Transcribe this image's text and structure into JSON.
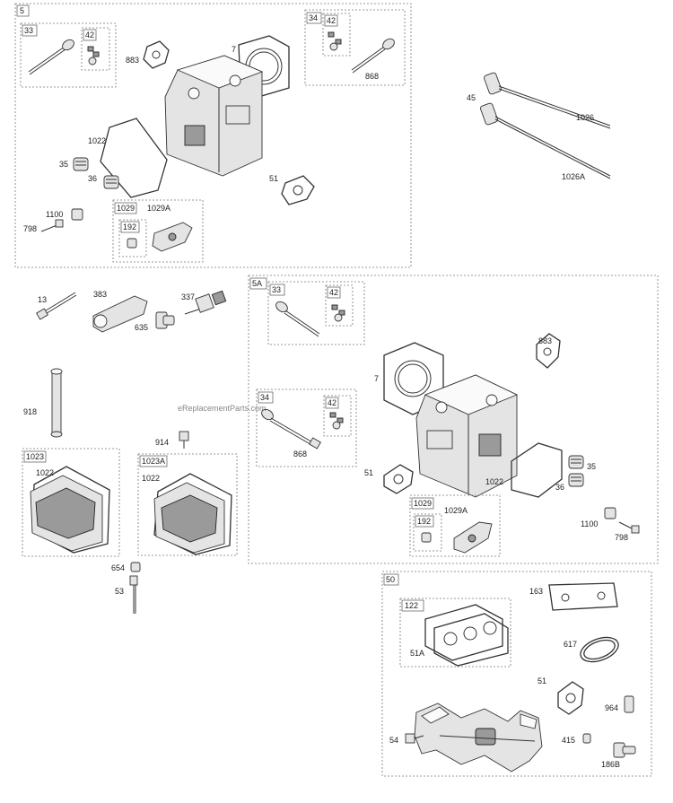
{
  "watermark": "eReplacementParts.com",
  "groups": {
    "g5": "5",
    "g33a": "33",
    "g42a": "42",
    "g34a": "34",
    "g42b": "42",
    "g1029a": "1029",
    "g192a": "192",
    "g5A": "5A",
    "g33b": "33",
    "g42c": "42",
    "g34b": "34",
    "g42d": "42",
    "g1029b": "1029",
    "g192b": "192",
    "g1023": "1023",
    "g1023A": "1023A",
    "g50": "50",
    "g122": "122"
  },
  "labels": {
    "l883a": "883",
    "l7a": "7",
    "l868a": "868",
    "l1022a": "1022",
    "l35a": "35",
    "l36a": "36",
    "l51a": "51",
    "l1100a": "1100",
    "l798a": "798",
    "l1029Aa": "1029A",
    "l45": "45",
    "l1026": "1026",
    "l1026A": "1026A",
    "l13": "13",
    "l383": "383",
    "l337": "337",
    "l635": "635",
    "l918": "918",
    "l914": "914",
    "l1022b": "1022",
    "l1022c": "1022",
    "l654": "654",
    "l53": "53",
    "l883b": "883",
    "l7b": "7",
    "l868b": "868",
    "l51b": "51",
    "l1022d": "1022",
    "l35b": "35",
    "l36b": "36",
    "l1029Ab": "1029A",
    "l1100b": "1100",
    "l798b": "798",
    "l163": "163",
    "l51A": "51A",
    "l617": "617",
    "l51c": "51",
    "l964": "964",
    "l54": "54",
    "l415": "415",
    "l186B": "186B"
  }
}
